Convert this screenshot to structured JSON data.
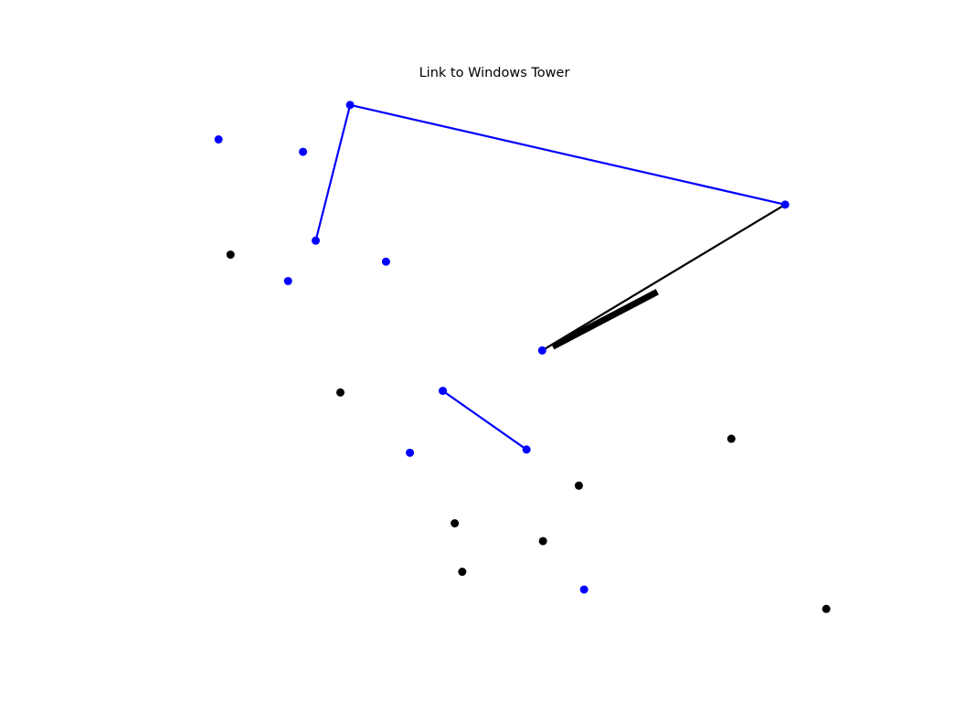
{
  "figure": {
    "title": "Link to Windows Tower"
  },
  "chart_data": {
    "type": "scatter",
    "title": "Link to Windows Tower",
    "xlabel": "",
    "ylabel": "",
    "axes_visible": false,
    "grid": false,
    "xlim": [
      0,
      100
    ],
    "ylim": [
      0,
      100
    ],
    "colors": {
      "blue": "#0000ff",
      "black": "#000000"
    },
    "nodes": [
      {
        "id": "n1",
        "x": 30.7,
        "y": 96.8,
        "color": "#0000ff"
      },
      {
        "id": "n2",
        "x": 88.9,
        "y": 78.3,
        "color": "#0000ff"
      },
      {
        "id": "n3",
        "x": 26.1,
        "y": 71.6,
        "color": "#0000ff"
      },
      {
        "id": "n4",
        "x": 13.1,
        "y": 90.4,
        "color": "#0000ff"
      },
      {
        "id": "n5",
        "x": 24.4,
        "y": 88.1,
        "color": "#0000ff"
      },
      {
        "id": "n6",
        "x": 22.4,
        "y": 64.1,
        "color": "#0000ff"
      },
      {
        "id": "n7",
        "x": 35.5,
        "y": 67.7,
        "color": "#0000ff"
      },
      {
        "id": "n8",
        "x": 56.4,
        "y": 51.2,
        "color": "#0000ff"
      },
      {
        "id": "n9",
        "x": 43.1,
        "y": 43.7,
        "color": "#0000ff"
      },
      {
        "id": "n10",
        "x": 54.3,
        "y": 32.8,
        "color": "#0000ff"
      },
      {
        "id": "n11",
        "x": 38.7,
        "y": 32.2,
        "color": "#0000ff"
      },
      {
        "id": "n12",
        "x": 62.0,
        "y": 6.8,
        "color": "#0000ff"
      },
      {
        "id": "n13",
        "x": 14.7,
        "y": 69.0,
        "color": "#000000"
      },
      {
        "id": "n14",
        "x": 29.4,
        "y": 43.4,
        "color": "#000000"
      },
      {
        "id": "n15",
        "x": 81.7,
        "y": 34.8,
        "color": "#000000"
      },
      {
        "id": "n16",
        "x": 61.3,
        "y": 26.1,
        "color": "#000000"
      },
      {
        "id": "n17",
        "x": 44.7,
        "y": 19.1,
        "color": "#000000"
      },
      {
        "id": "n18",
        "x": 56.5,
        "y": 15.8,
        "color": "#000000"
      },
      {
        "id": "n19",
        "x": 45.7,
        "y": 10.1,
        "color": "#000000"
      },
      {
        "id": "n20",
        "x": 94.4,
        "y": 3.2,
        "color": "#000000"
      }
    ],
    "links": [
      {
        "from": "n3",
        "to": "n1",
        "color": "#0000ff",
        "weight": "normal"
      },
      {
        "from": "n1",
        "to": "n2",
        "color": "#0000ff",
        "weight": "normal"
      },
      {
        "from": "n9",
        "to": "n10",
        "color": "#0000ff",
        "weight": "normal"
      },
      {
        "from": "n8",
        "to": "n2",
        "color": "#000000",
        "weight": "normal"
      }
    ],
    "highlight_segment": {
      "from": [
        57.8,
        51.9
      ],
      "to": [
        71.8,
        62.1
      ],
      "color": "#000000"
    }
  }
}
